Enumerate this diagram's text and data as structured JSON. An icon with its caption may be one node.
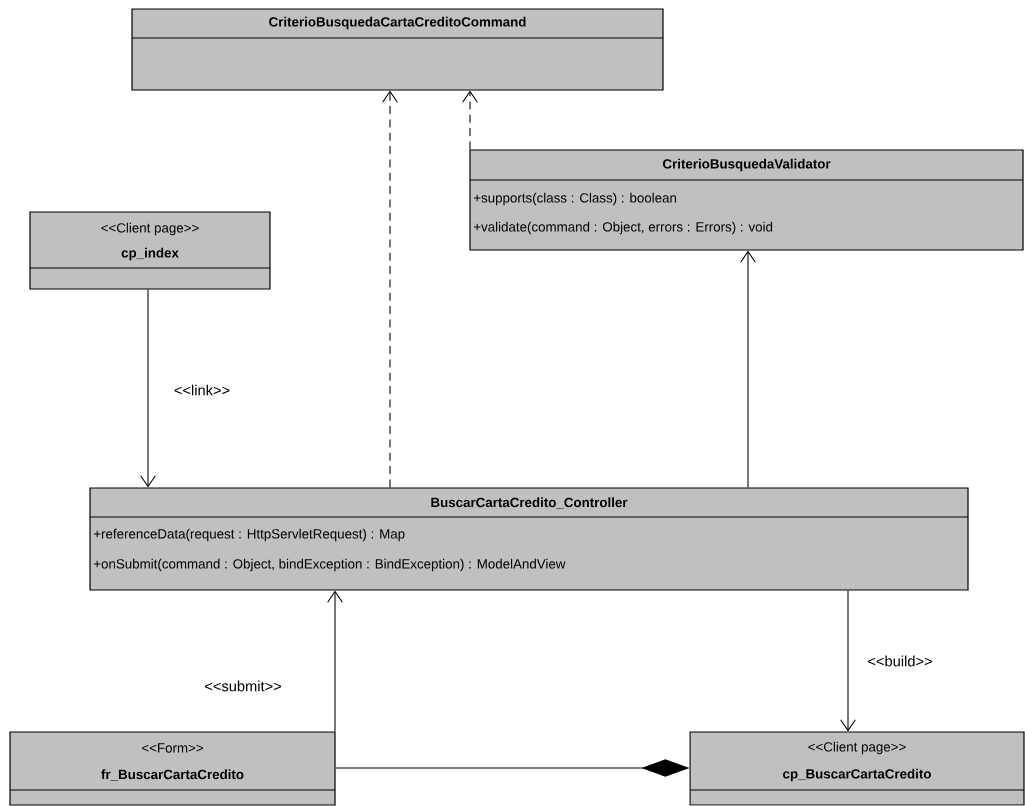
{
  "diagram": {
    "nodes": [
      {
        "text": [
          "CriterioBusquedaCartaCreditoCommand"
        ]
      },
      {
        "text": [
          "CriterioBusquedaValidator",
          "+supports(class : Class) : boolean",
          "+validate(command : Object, errors : Errors) : void"
        ]
      },
      {
        "text": [
          "<<Client page>>",
          "cp_index"
        ]
      },
      {
        "text": [
          "BuscarCartaCredito_Controller",
          "+referenceData(request : HttpServletRequest) : Map",
          "+onSubmit(command : Object, bindException : BindException) : ModelAndView"
        ]
      },
      {
        "text": [
          "<<Form>>",
          "fr_BuscarCartaCredito"
        ]
      },
      {
        "text": [
          "<<Client page>>",
          "cp_BuscarCartaCredito"
        ]
      }
    ],
    "edges": [
      {
        "from": 3,
        "to": 0,
        "arrow": "to",
        "style": "dashed"
      },
      {
        "from": 1,
        "to": 0,
        "arrow": "to",
        "style": "dashed"
      },
      {
        "from": 2,
        "to": 3,
        "arrow": "to",
        "label": "<<link>>"
      },
      {
        "from": 3,
        "to": 1,
        "arrow": "to"
      },
      {
        "from": 4,
        "to": 3,
        "arrow": "to",
        "label": "<<submit>>"
      },
      {
        "from": 3,
        "to": 5,
        "arrow": "to",
        "label": "<<build>>"
      },
      {
        "from": 4,
        "to": 5,
        "arrow": "other"
      }
    ]
  }
}
